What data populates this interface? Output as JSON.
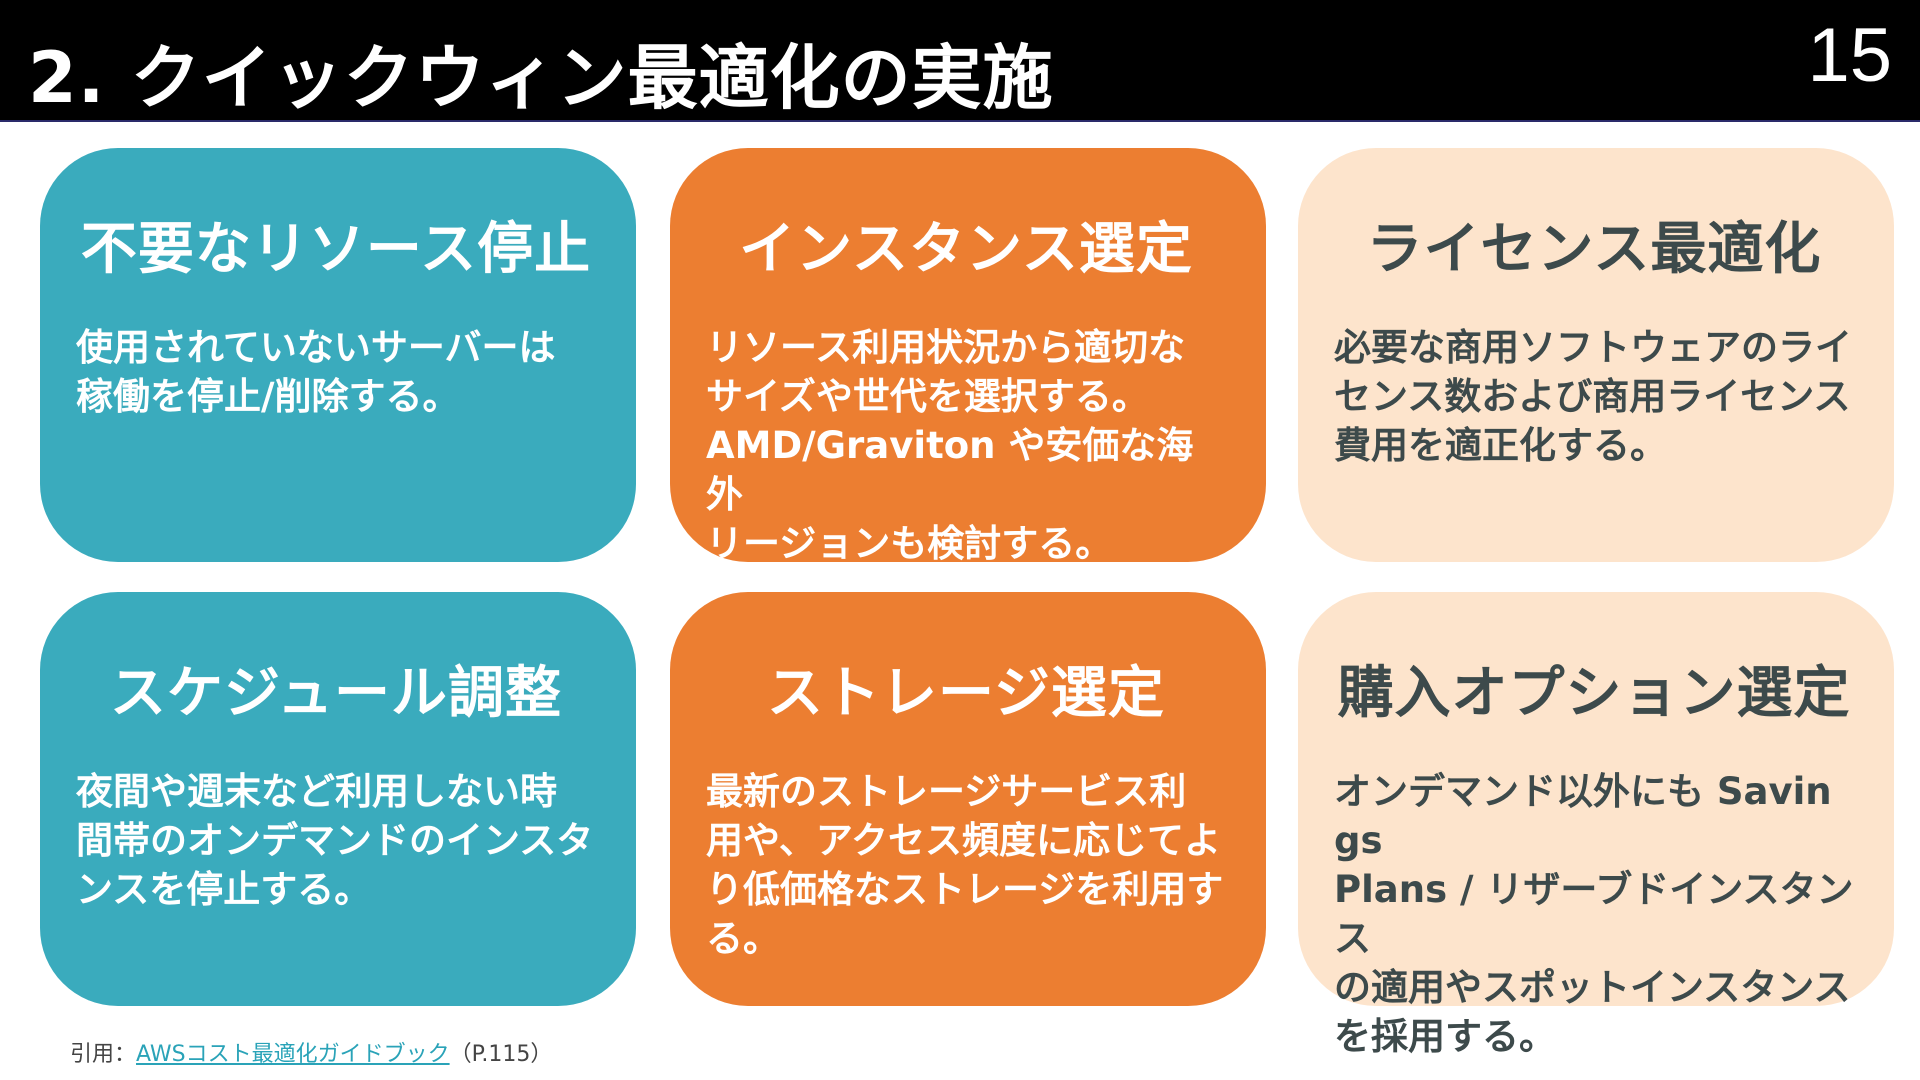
{
  "header": {
    "title": "2. クイックウィン最適化の実施",
    "page_number": "15"
  },
  "cards": [
    {
      "title": "不要なリソース停止",
      "body": "使用されていないサーバーは\n稼働を停止/削除する。",
      "color": "#3aabbd"
    },
    {
      "title": "インスタンス選定",
      "body": "リソース利用状況から適切な\nサイズや世代を選択する。\nAMD/Graviton や安価な海外\nリージョンも検討する。",
      "color": "#ec7e31"
    },
    {
      "title": "ライセンス最適化",
      "body": "必要な商用ソフトウェアのライ\nセンス数および商用ライセンス\n費用を適正化する。",
      "color": "#fde4cc"
    },
    {
      "title": "スケジュール調整",
      "body": "夜間や週末など利用しない時\n間帯のオンデマンドのインスタ\nンスを停止する。",
      "color": "#3aabbd"
    },
    {
      "title": "ストレージ選定",
      "body": "最新のストレージサービス利\n用や、アクセス頻度に応じてよ\nり低価格なストレージを利用す\nる。",
      "color": "#ec7e31"
    },
    {
      "title": "購入オプション選定",
      "body": "オンデマンド以外にも Savings\nPlans / リザーブドインスタンス\nの適用やスポットインスタンス\nを採用する。",
      "color": "#fde4cc"
    }
  ],
  "citation": {
    "prefix": "引用：",
    "link_text": "AWSコスト最適化ガイドブック",
    "suffix": "（P.115）"
  }
}
